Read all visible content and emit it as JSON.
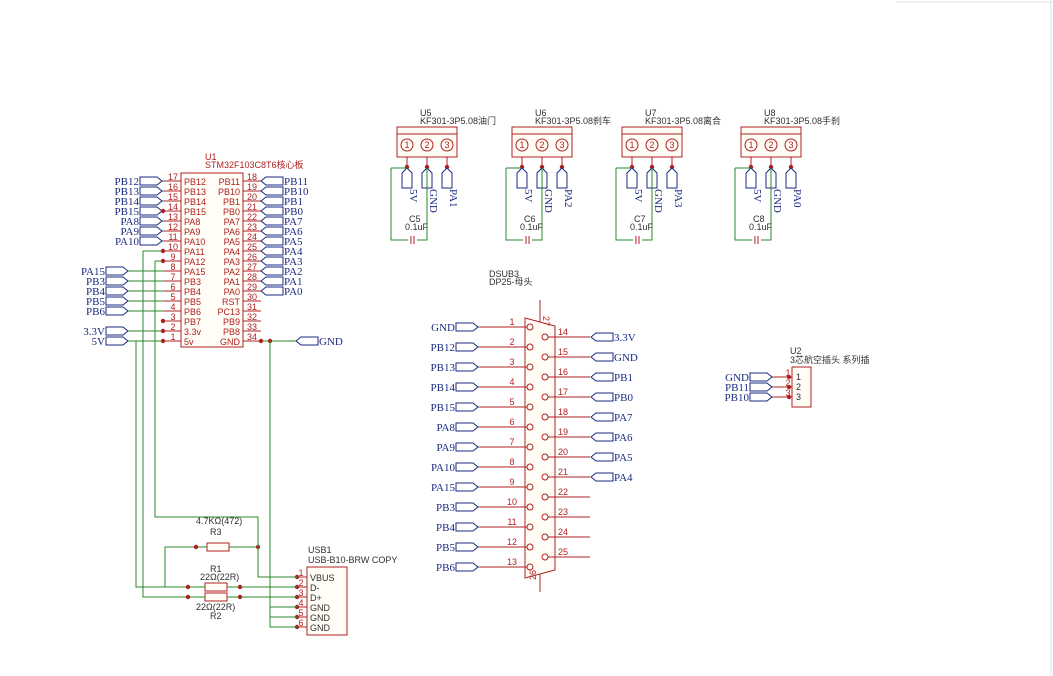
{
  "u1": {
    "ref": "U1",
    "value": "STM32F103C8T6核心板",
    "left_pins": [
      {
        "num": "17",
        "name": "PB12",
        "net": "PB12"
      },
      {
        "num": "16",
        "name": "PB13",
        "net": "PB13"
      },
      {
        "num": "15",
        "name": "PB14",
        "net": "PB14"
      },
      {
        "num": "14",
        "name": "PB15",
        "net": "PB15"
      },
      {
        "num": "13",
        "name": "PA8",
        "net": "PA8"
      },
      {
        "num": "12",
        "name": "PA9",
        "net": "PA9"
      },
      {
        "num": "11",
        "name": "PA10",
        "net": "PA10"
      },
      {
        "num": "10",
        "name": "PA11",
        "net": ""
      },
      {
        "num": "9",
        "name": "PA12",
        "net": ""
      },
      {
        "num": "8",
        "name": "PA15",
        "net": "PA15"
      },
      {
        "num": "7",
        "name": "PB3",
        "net": "PB3"
      },
      {
        "num": "6",
        "name": "PB4",
        "net": "PB4"
      },
      {
        "num": "5",
        "name": "PB5",
        "net": "PB5"
      },
      {
        "num": "4",
        "name": "PB6",
        "net": "PB6"
      },
      {
        "num": "3",
        "name": "PB7",
        "net": ""
      },
      {
        "num": "2",
        "name": "3.3v",
        "net": "3.3V"
      },
      {
        "num": "1",
        "name": "5v",
        "net": "5V"
      }
    ],
    "right_pins": [
      {
        "num": "18",
        "name": "PB11",
        "net": "PB11"
      },
      {
        "num": "19",
        "name": "PB10",
        "net": "PB10"
      },
      {
        "num": "20",
        "name": "PB1",
        "net": "PB1"
      },
      {
        "num": "21",
        "name": "PB0",
        "net": "PB0"
      },
      {
        "num": "22",
        "name": "PA7",
        "net": "PA7"
      },
      {
        "num": "23",
        "name": "PA6",
        "net": "PA6"
      },
      {
        "num": "24",
        "name": "PA5",
        "net": "PA5"
      },
      {
        "num": "25",
        "name": "PA4",
        "net": "PA4"
      },
      {
        "num": "26",
        "name": "PA3",
        "net": "PA3"
      },
      {
        "num": "27",
        "name": "PA2",
        "net": "PA2"
      },
      {
        "num": "28",
        "name": "PA1",
        "net": "PA1"
      },
      {
        "num": "29",
        "name": "PA0",
        "net": "PA0"
      },
      {
        "num": "30",
        "name": "RST",
        "net": ""
      },
      {
        "num": "31",
        "name": "PC13",
        "net": ""
      },
      {
        "num": "32",
        "name": "PB9",
        "net": ""
      },
      {
        "num": "33",
        "name": "PB8",
        "net": ""
      },
      {
        "num": "34",
        "name": "GND",
        "net": "GND"
      }
    ]
  },
  "terminals": [
    {
      "ref": "U5",
      "value": "KF301-3P5.08油门",
      "pins": [
        "1",
        "2",
        "3"
      ],
      "nets": [
        "5V",
        "GND",
        "PA1"
      ],
      "cap_ref": "C5",
      "cap_value": "0.1uF"
    },
    {
      "ref": "U6",
      "value": "KF301-3P5.08刹车",
      "pins": [
        "1",
        "2",
        "3"
      ],
      "nets": [
        "5V",
        "GND",
        "PA2"
      ],
      "cap_ref": "C6",
      "cap_value": "0.1uF"
    },
    {
      "ref": "U7",
      "value": "KF301-3P5.08离合",
      "pins": [
        "1",
        "2",
        "3"
      ],
      "nets": [
        "5V",
        "GND",
        "PA3"
      ],
      "cap_ref": "C7",
      "cap_value": "0.1uF"
    },
    {
      "ref": "U8",
      "value": "KF301-3P5.08手刹",
      "pins": [
        "1",
        "2",
        "3"
      ],
      "nets": [
        "5V",
        "GND",
        "PA0"
      ],
      "cap_ref": "C8",
      "cap_value": "0.1uF"
    }
  ],
  "dsub": {
    "ref": "DSUB3",
    "value": "DP25-母头",
    "top_pin": "27",
    "bottom_pin": "26",
    "left": [
      {
        "num": "1",
        "net": "GND"
      },
      {
        "num": "2",
        "net": "PB12"
      },
      {
        "num": "3",
        "net": "PB13"
      },
      {
        "num": "4",
        "net": "PB14"
      },
      {
        "num": "5",
        "net": "PB15"
      },
      {
        "num": "6",
        "net": "PA8"
      },
      {
        "num": "7",
        "net": "PA9"
      },
      {
        "num": "8",
        "net": "PA10"
      },
      {
        "num": "9",
        "net": "PA15"
      },
      {
        "num": "10",
        "net": "PB3"
      },
      {
        "num": "11",
        "net": "PB4"
      },
      {
        "num": "12",
        "net": "PB5"
      },
      {
        "num": "13",
        "net": "PB6"
      }
    ],
    "right": [
      {
        "num": "14",
        "net": "3.3V"
      },
      {
        "num": "15",
        "net": "GND"
      },
      {
        "num": "16",
        "net": "PB1"
      },
      {
        "num": "17",
        "net": "PB0"
      },
      {
        "num": "18",
        "net": "PA7"
      },
      {
        "num": "19",
        "net": "PA6"
      },
      {
        "num": "20",
        "net": "PA5"
      },
      {
        "num": "21",
        "net": "PA4"
      },
      {
        "num": "22",
        "net": ""
      },
      {
        "num": "23",
        "net": ""
      },
      {
        "num": "24",
        "net": ""
      },
      {
        "num": "25",
        "net": ""
      }
    ]
  },
  "u2": {
    "ref": "U2",
    "value": "3芯航空插头 系列插",
    "pins": [
      {
        "num": "1",
        "label": "1",
        "net": "GND"
      },
      {
        "num": "2",
        "label": "2",
        "net": "PB11"
      },
      {
        "num": "3",
        "label": "3",
        "net": "PB10"
      }
    ]
  },
  "usb": {
    "ref": "USB1",
    "value": "USB-B10-BRW COPY",
    "pins": [
      {
        "num": "1",
        "name": "VBUS"
      },
      {
        "num": "2",
        "name": "D-"
      },
      {
        "num": "3",
        "name": "D+"
      },
      {
        "num": "4",
        "name": "GND"
      },
      {
        "num": "5",
        "name": "GND"
      },
      {
        "num": "6",
        "name": "GND"
      }
    ]
  },
  "resistors": {
    "r1": {
      "ref": "R1",
      "value": "22Ω(22R)"
    },
    "r2": {
      "ref": "R2",
      "value": "22Ω(22R)"
    },
    "r3": {
      "ref": "R3",
      "value": "4.7KΩ(472)"
    }
  },
  "gnd_label": "GND",
  "colors": {
    "wire": "#2a8a2a",
    "part": "#b02020",
    "net_label": "#1a2a80"
  }
}
